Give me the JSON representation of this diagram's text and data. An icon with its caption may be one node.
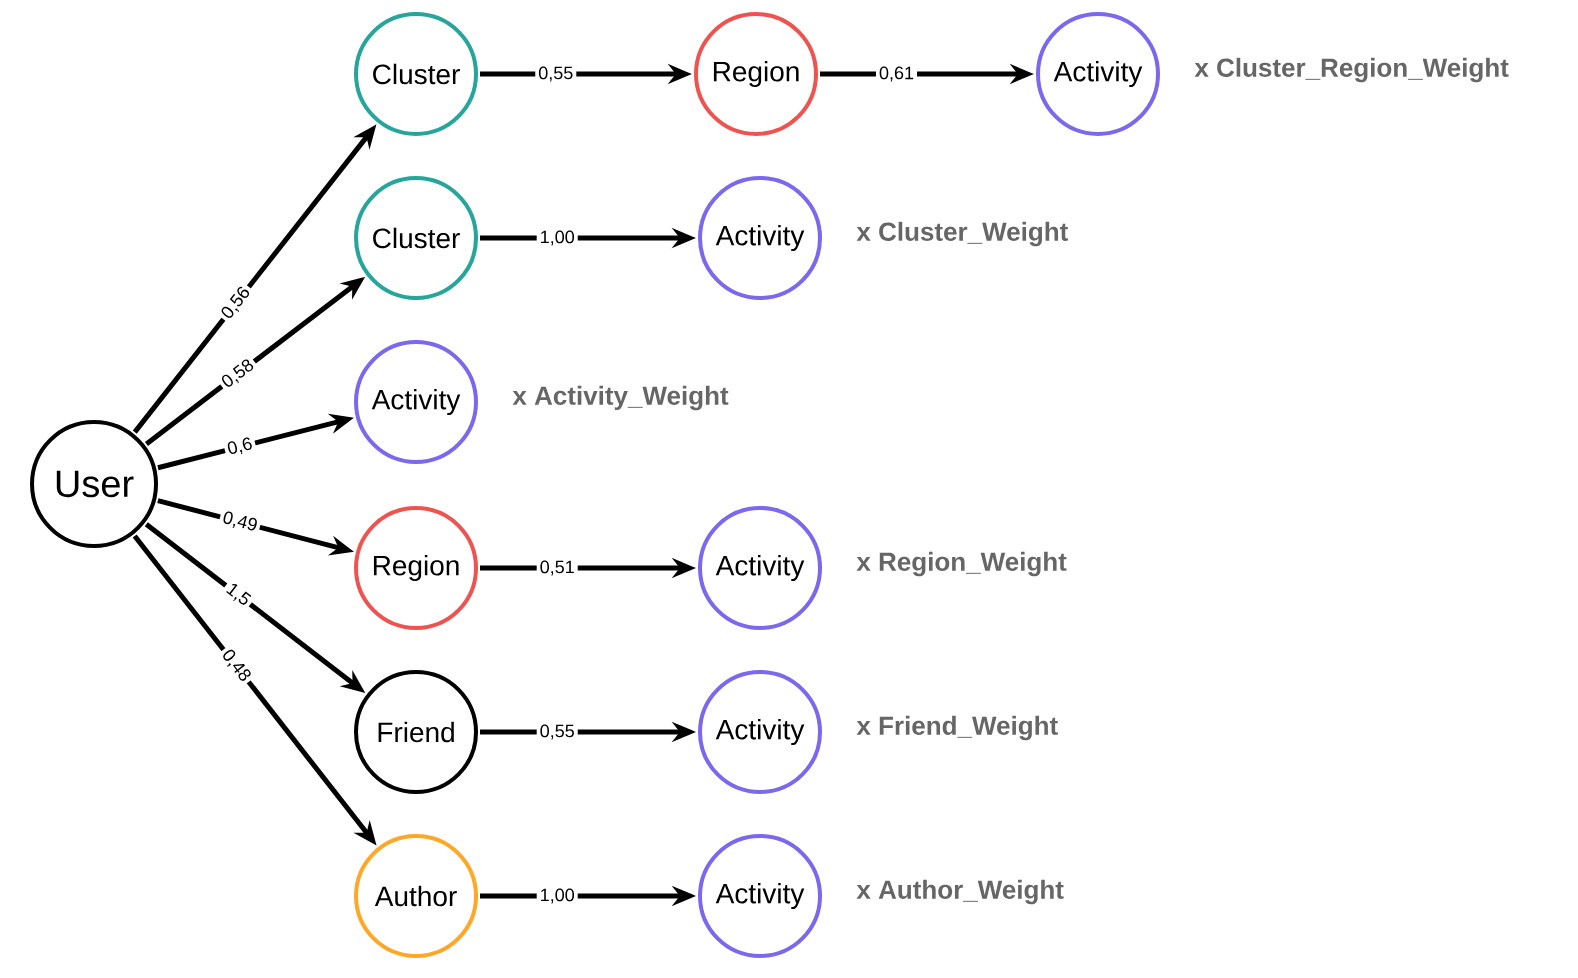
{
  "diagram": {
    "nodes": [
      {
        "text": [
          "User"
        ]
      },
      {
        "text": [
          "Cluster"
        ]
      },
      {
        "text": [
          "Region"
        ]
      },
      {
        "text": [
          "Activity"
        ],
        "beside": [
          "x Cluster_Region_Weight"
        ]
      },
      {
        "text": [
          "Cluster"
        ]
      },
      {
        "text": [
          "Activity"
        ],
        "beside": [
          "x Cluster_Weight"
        ]
      },
      {
        "text": [
          "Activity"
        ],
        "beside": [
          "x Activity_Weight"
        ]
      },
      {
        "text": [
          "Region"
        ]
      },
      {
        "text": [
          "Activity"
        ],
        "beside": [
          "x Region_Weight"
        ]
      },
      {
        "text": [
          "Friend"
        ]
      },
      {
        "text": [
          "Activity"
        ],
        "beside": [
          "x Friend_Weight"
        ]
      },
      {
        "text": [
          "Author"
        ]
      },
      {
        "text": [
          "Activity"
        ],
        "beside": [
          "x Author_Weight"
        ]
      }
    ],
    "edges": [
      {
        "from": 0,
        "to": 1,
        "arrow": "to",
        "label": "0,56"
      },
      {
        "from": 0,
        "to": 4,
        "arrow": "to",
        "label": "0,58"
      },
      {
        "from": 0,
        "to": 6,
        "arrow": "to",
        "label": "0,6"
      },
      {
        "from": 0,
        "to": 7,
        "arrow": "to",
        "label": "0,49"
      },
      {
        "from": 0,
        "to": 9,
        "arrow": "to",
        "label": "1,5"
      },
      {
        "from": 0,
        "to": 11,
        "arrow": "to",
        "label": "0,48"
      },
      {
        "from": 1,
        "to": 2,
        "arrow": "to",
        "label": "0,55"
      },
      {
        "from": 2,
        "to": 3,
        "arrow": "to",
        "label": "0,61"
      },
      {
        "from": 4,
        "to": 5,
        "arrow": "to",
        "label": "1,00"
      },
      {
        "from": 7,
        "to": 8,
        "arrow": "to",
        "label": "0,51"
      },
      {
        "from": 9,
        "to": 10,
        "arrow": "to",
        "label": "0,55"
      },
      {
        "from": 11,
        "to": 12,
        "arrow": "to",
        "label": "1,00"
      }
    ]
  }
}
